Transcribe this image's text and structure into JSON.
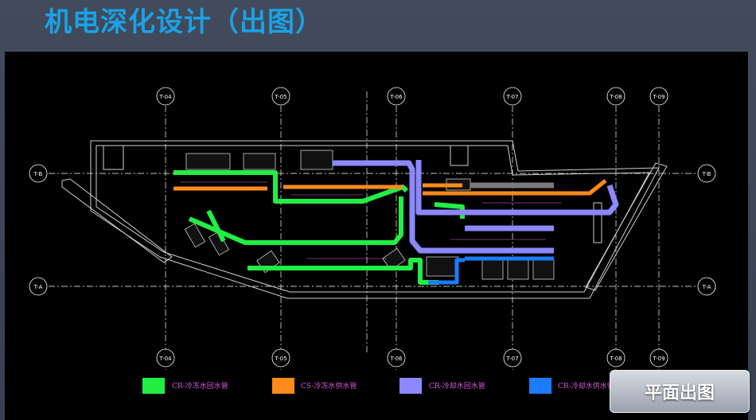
{
  "slide": {
    "title": "机电深化设计（出图）",
    "button_label": "平面出图"
  },
  "axes": {
    "columns": [
      "T-04",
      "T-05",
      "T-06",
      "T-07",
      "T-08",
      "T-09"
    ],
    "rows": [
      "T-B",
      "T-A"
    ]
  },
  "legend": [
    {
      "label": "CR-冷冻水回水管",
      "color": "#22ee44"
    },
    {
      "label": "CS-冷冻水供水管",
      "color": "#ff8a1c"
    },
    {
      "label": "CR-冷却水回水管",
      "color": "#8d88ff"
    },
    {
      "label": "CR-冷却水供水管",
      "color": "#1a7cff"
    }
  ],
  "colors": {
    "title": "#1aa2e6",
    "background": "#3c4555",
    "drawing_bg": "#000000"
  }
}
